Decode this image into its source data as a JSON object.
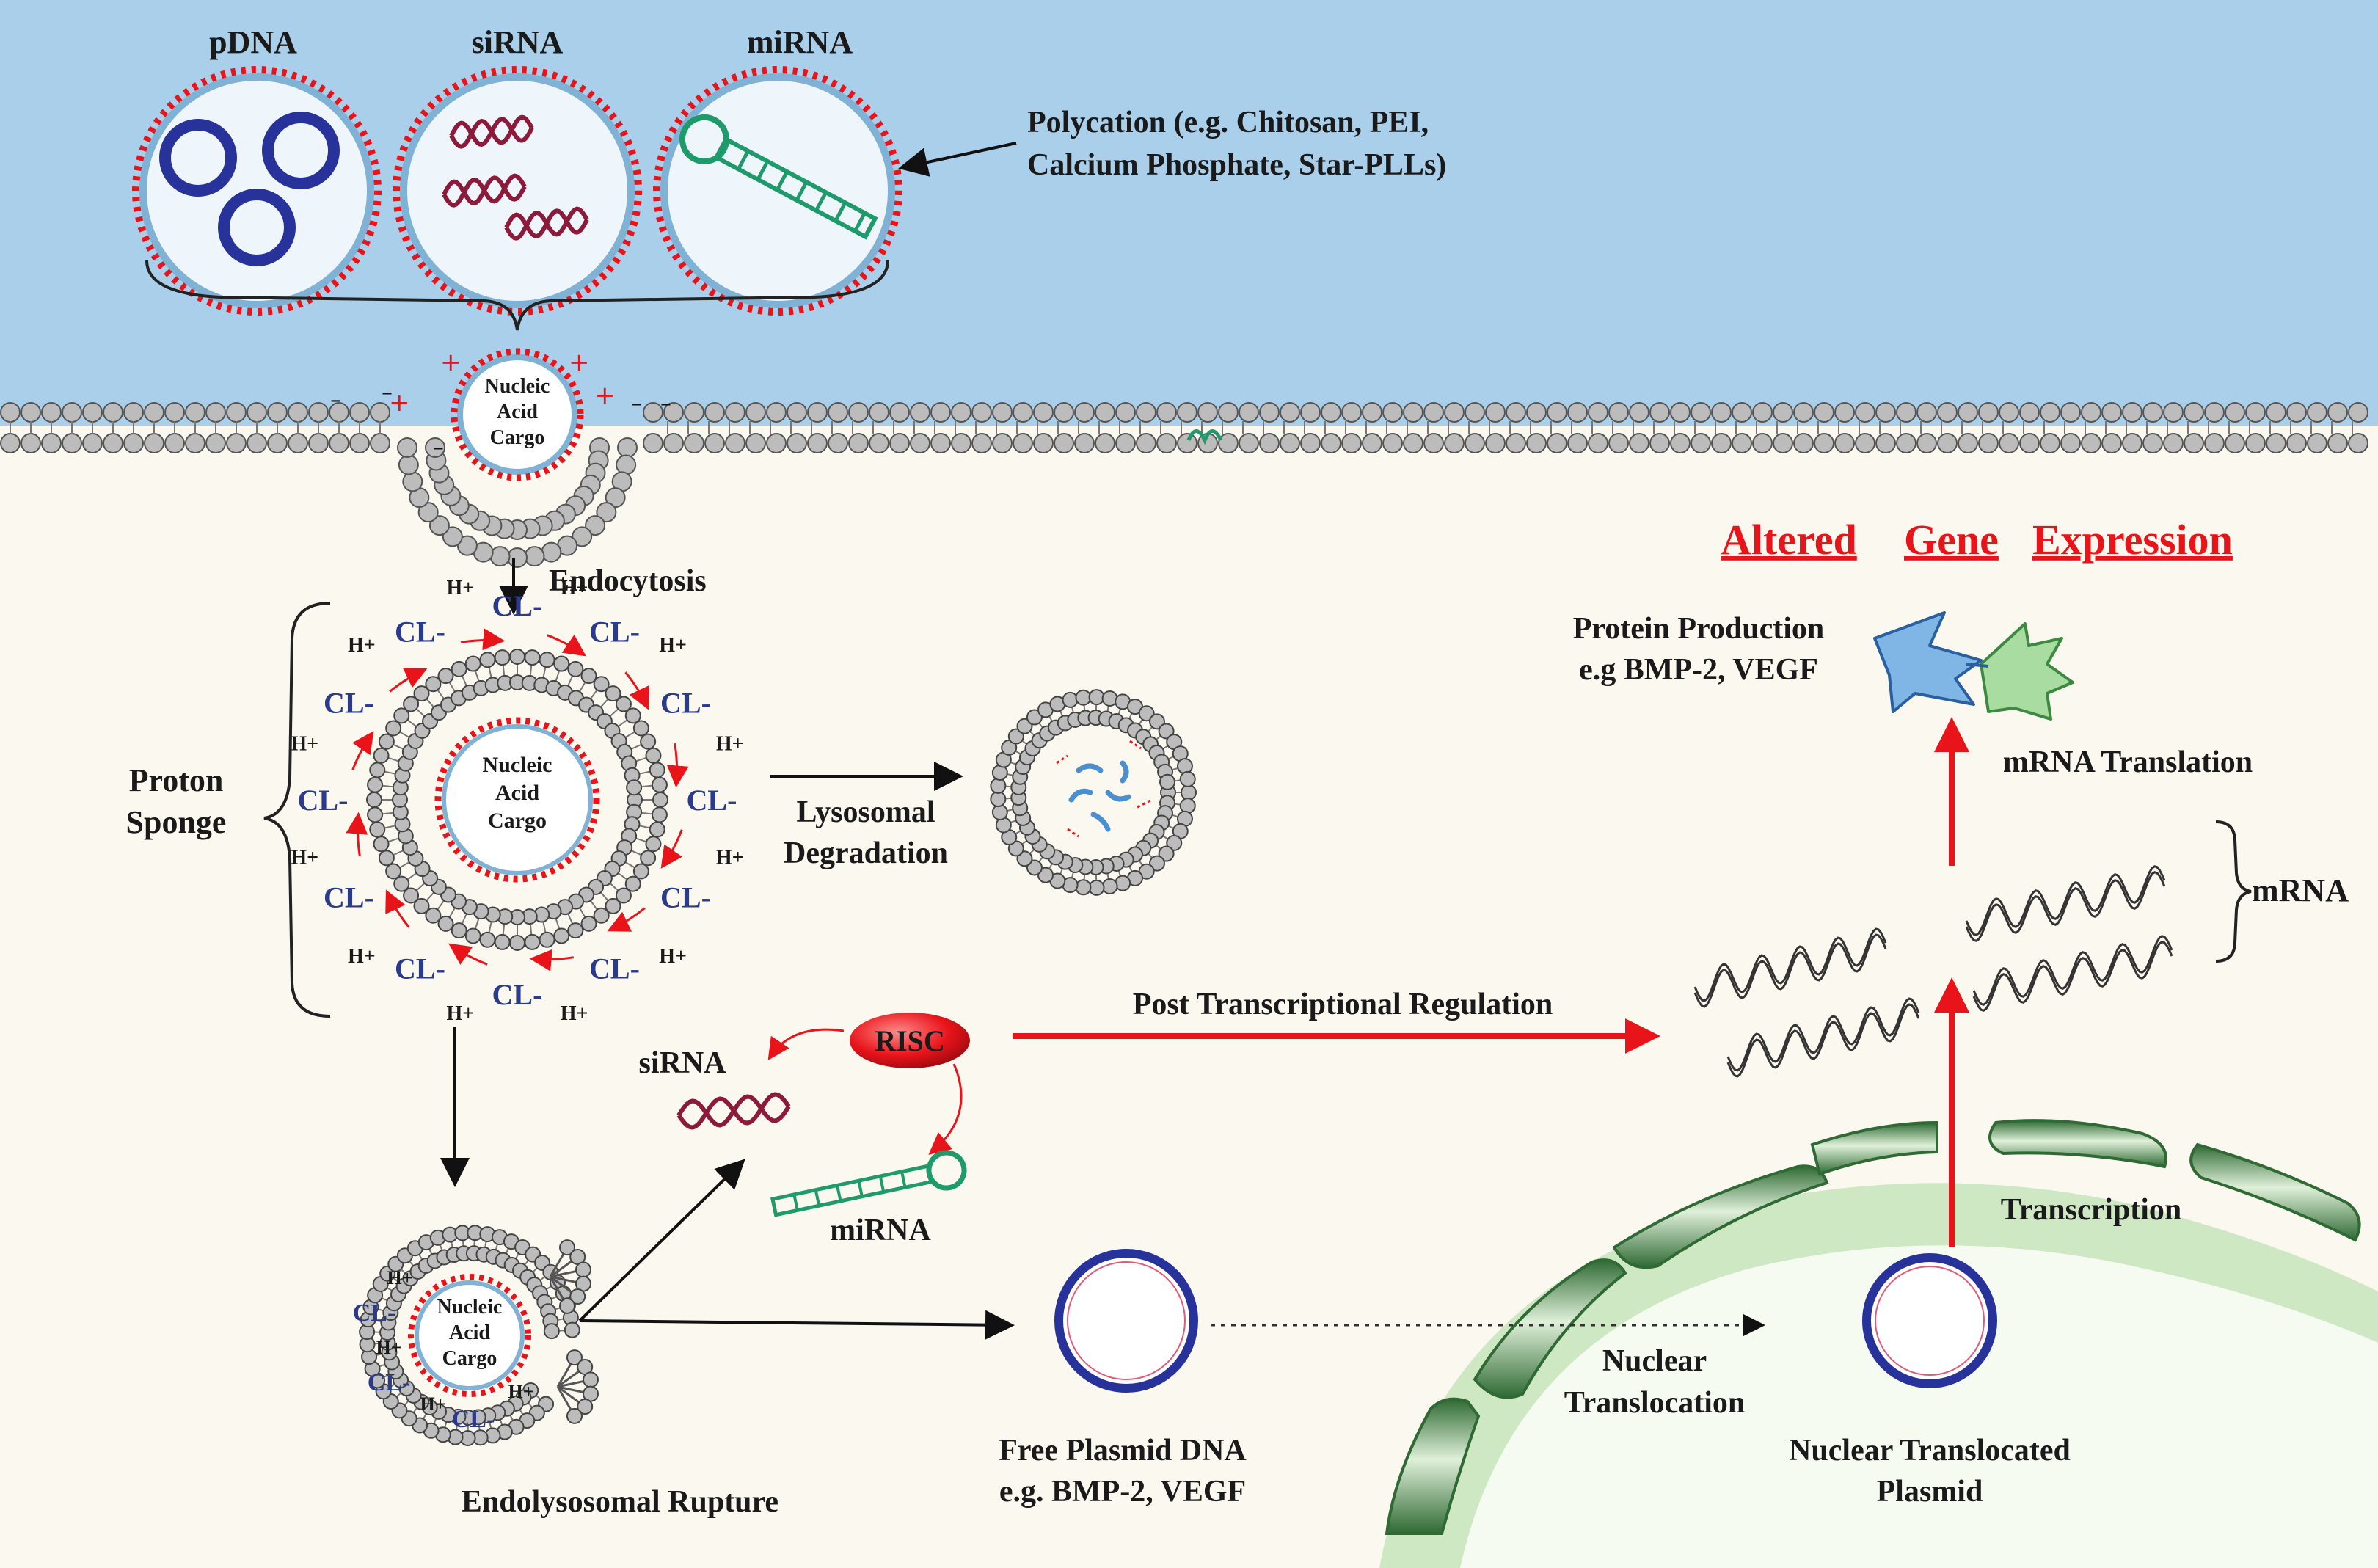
{
  "colors": {
    "extracellular": "#a9cfea",
    "cytoplasm": "#fbf8ef",
    "accent_red": "#e8141a",
    "ion_blue": "#2a3a8c",
    "plasmid_blue": "#27339a",
    "sirna_maroon": "#8c1a3a",
    "mirna_green": "#1f9a6a",
    "protein_blue": "#4a8fd0",
    "protein_green": "#6cc06a",
    "nucleus_green": "#cfe8c4",
    "envelope_green": "#2f6a34"
  },
  "labels": {
    "pdna": "pDNA",
    "sirna_top": "siRNA",
    "mirna_top": "miRNA",
    "polycation_line1": "Polycation (e.g. Chitosan, PEI,",
    "polycation_line2": "Calcium Phosphate, Star-PLLs)",
    "cargo_line1": "Nucleic",
    "cargo_line2": "Acid",
    "cargo_line3": "Cargo",
    "endocytosis": "Endocytosis",
    "proton_line1": "Proton",
    "proton_line2": "Sponge",
    "lyso_line1": "Lysosomal",
    "lyso_line2": "Degradation",
    "ion_h": "H+",
    "ion_cl": "CL-",
    "risc": "RISC",
    "sirna_mid": "siRNA",
    "mirna_mid": "miRNA",
    "post_trans": "Post Transcriptional Regulation",
    "endo_rupture": "Endolysosomal Rupture",
    "free_pdna_line1": "Free Plasmid DNA",
    "free_pdna_line2": "e.g. BMP-2, VEGF",
    "nuc_trans_line1": "Nuclear",
    "nuc_trans_line2": "Translocation",
    "nuc_plasmid_line1": "Nuclear Translocated",
    "nuc_plasmid_line2": "Plasmid",
    "transcription": "Transcription",
    "mrna": "mRNA",
    "mrna_translation": "mRNA Translation",
    "protein_line1": "Protein Production",
    "protein_line2": "e.g BMP-2, VEGF",
    "altered_1": "Altered",
    "altered_2": "Gene",
    "altered_3": "Expression",
    "plus": "+",
    "minus": "–"
  }
}
